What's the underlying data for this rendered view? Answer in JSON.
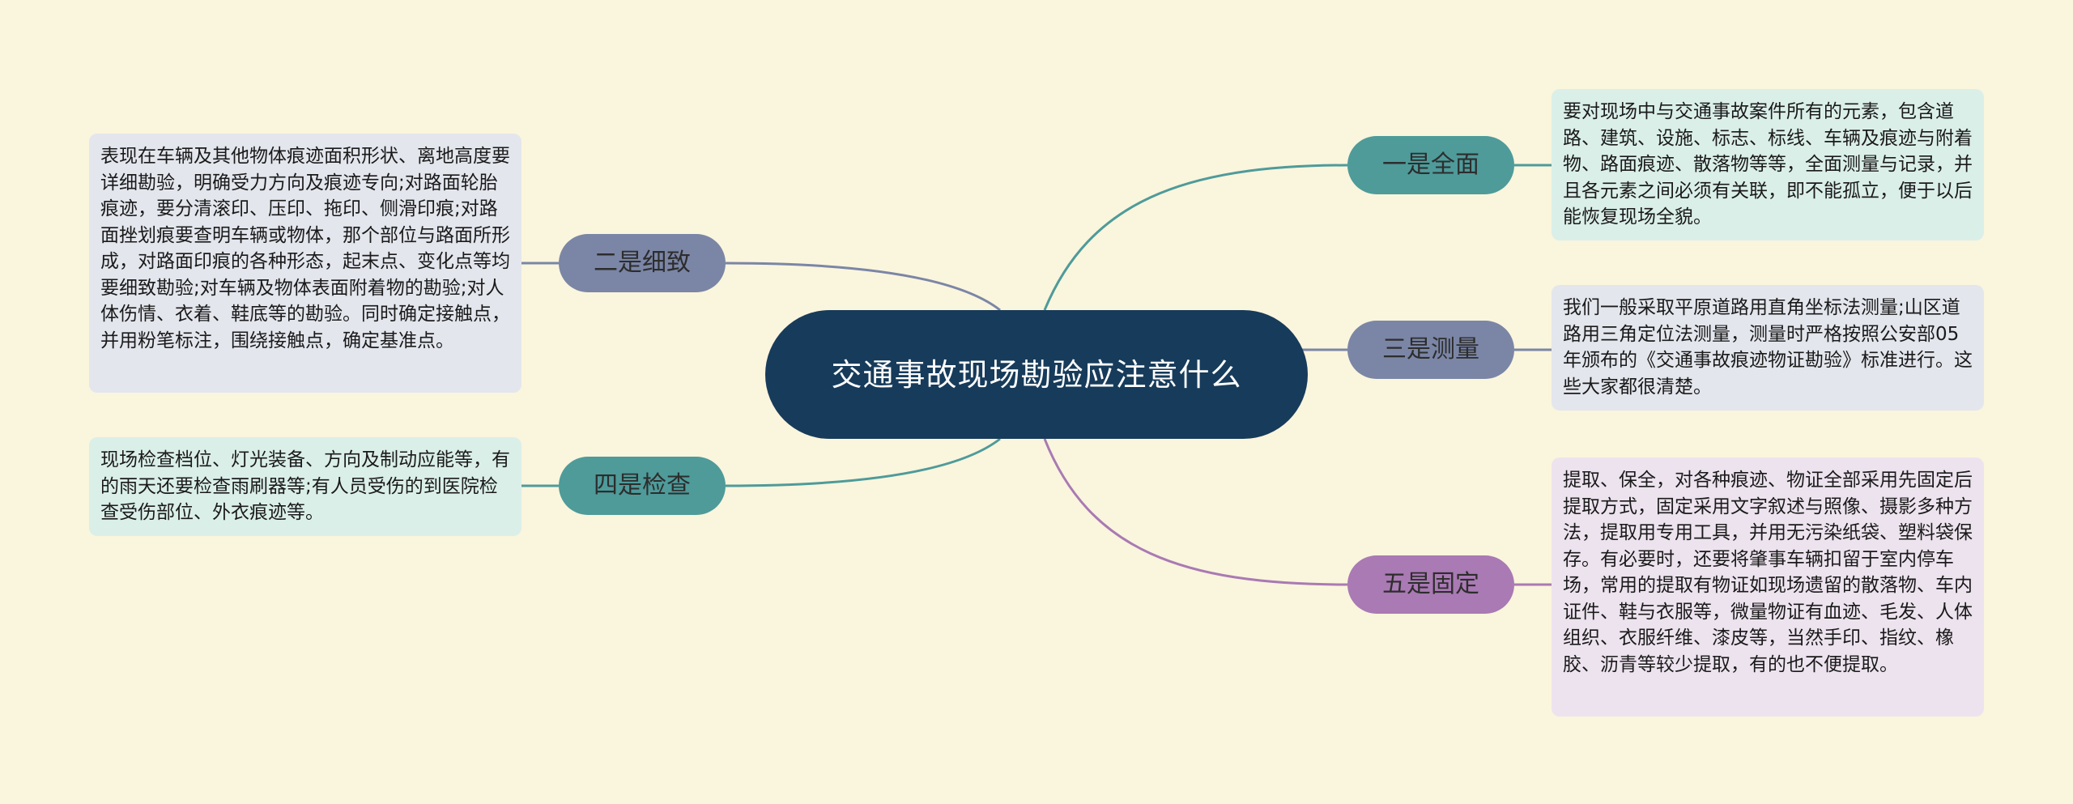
{
  "root": {
    "title": "交通事故现场勘验应注意什么",
    "fill": "#173b5a"
  },
  "branches": {
    "full": {
      "label": "一是全面",
      "fill": "#4e9b9a",
      "edge": "#4e9b9a",
      "detail_fill": "#dbefe9",
      "detail": "要对现场中与交通事故案件所有的元素，包含道路、建筑、设施、标志、标线、车辆及痕迹与附着物、路面痕迹、散落物等等，全面测量与记录，并且各元素之间必须有关联，即不能孤立，便于以后能恢复现场全貌。"
    },
    "measure": {
      "label": "三是测量",
      "fill": "#7b86a6",
      "edge": "#7b86a6",
      "detail_fill": "#e3e6ed",
      "detail": "我们一般采取平原道路用直角坐标法测量;山区道路用三角定位法测量，测量时严格按照公安部05年颁布的《交通事故痕迹物证勘验》标准进行。这些大家都很清楚。"
    },
    "fix": {
      "label": "五是固定",
      "fill": "#a97ab3",
      "edge": "#a97ab3",
      "detail_fill": "#ede3ef",
      "detail": "提取、保全，对各种痕迹、物证全部采用先固定后提取方式，固定采用文字叙述与照像、摄影多种方法，提取用专用工具，并用无污染纸袋、塑料袋保存。有必要时，还要将肇事车辆扣留于室内停车场，常用的提取有物证如现场遗留的散落物、车内证件、鞋与衣服等，微量物证有血迹、毛发、人体组织、衣服纤维、漆皮等，当然手印、指纹、橡胶、沥青等较少提取，有的也不便提取。"
    },
    "detail_check": {
      "label": "二是细致",
      "fill": "#7b86a6",
      "edge": "#7b86a6",
      "detail_fill": "#e3e6ed",
      "detail": "表现在车辆及其他物体痕迹面积形状、离地高度要详细勘验，明确受力方向及痕迹专向;对路面轮胎痕迹，要分清滚印、压印、拖印、侧滑印痕;对路面挫划痕要查明车辆或物体，那个部位与路面所形成，对路面印痕的各种形态，起末点、变化点等均要细致勘验;对车辆及物体表面附着物的勘验;对人体伤情、衣着、鞋底等的勘验。同时确定接触点，并用粉笔标注，围绕接触点，确定基准点。"
    },
    "inspect": {
      "label": "四是检查",
      "fill": "#4e9b9a",
      "edge": "#4e9b9a",
      "detail_fill": "#dbefe9",
      "detail": "现场检查档位、灯光装备、方向及制动应能等，有的雨天还要检查雨刷器等;有人员受伤的到医院检查受伤部位、外衣痕迹等。"
    }
  }
}
